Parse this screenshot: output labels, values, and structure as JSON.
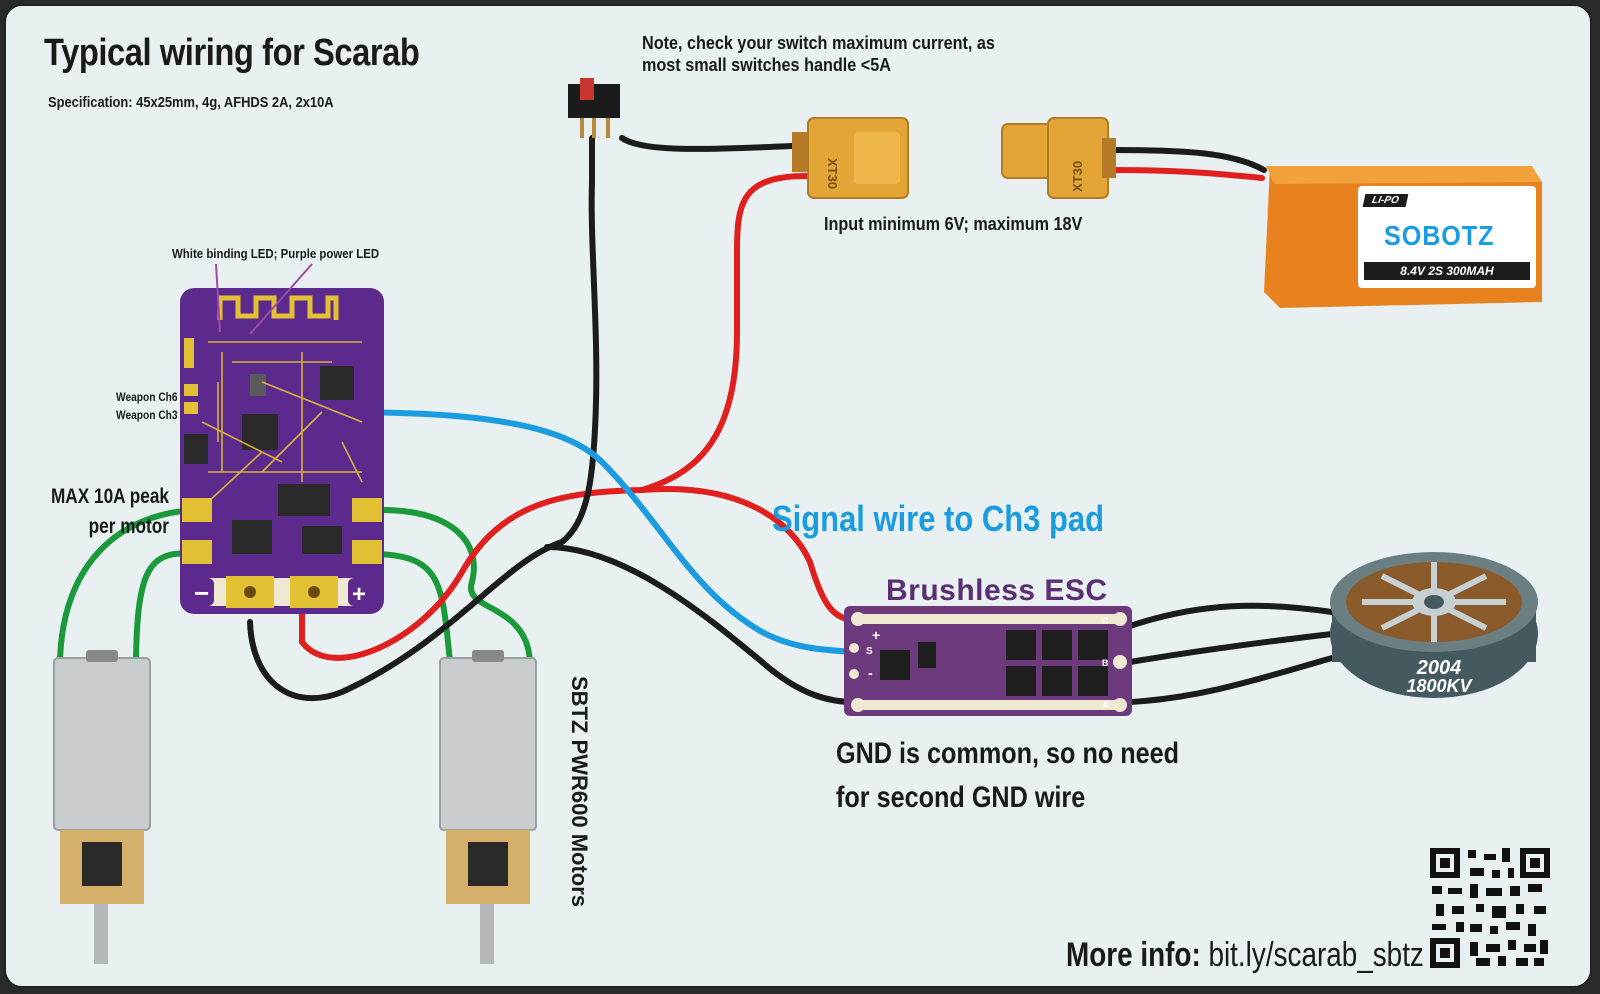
{
  "header": {
    "title": "Typical wiring for Scarab",
    "spec": "Specification: 45x25mm, 4g, AFHDS 2A, 2x10A"
  },
  "notes": {
    "switch": "Note, check your switch maximum current, as most small switches handle <5A",
    "input": "Input minimum 6V; maximum 18V",
    "led": "White binding LED; Purple power LED",
    "weapon_ch6": "Weapon Ch6",
    "weapon_ch3": "Weapon Ch3",
    "max_peak": "MAX 10A peak per motor",
    "signal": "Signal wire to Ch3 pad",
    "gnd": "GND is common, so no need for second GND wire",
    "motors": "SBTZ PWR600 Motors"
  },
  "components": {
    "esc": "Brushless ESC",
    "connector_left": "XT30",
    "connector_right": "XT30",
    "lipo_type": "LI-PO",
    "lipo_brand": "SOBOTZ",
    "lipo_spec": "8.4V 2S 300MAH",
    "motor_model": "2004",
    "motor_kv": "1800KV",
    "esc_pads_left": [
      "+",
      "S",
      "-"
    ],
    "esc_pads_right": [
      "C",
      "B",
      "A"
    ],
    "board_minus": "−",
    "board_plus": "+"
  },
  "footer": {
    "more_info_label": "More info:",
    "more_info_link": "bit.ly/scarab_sbtz"
  },
  "colors": {
    "background": "#e8f0f1",
    "wire_red": "#e0201f",
    "wire_black": "#1c1c1c",
    "wire_blue": "#1b9ce0",
    "wire_green": "#1a9a3a",
    "board_purple": "#5c2a8c",
    "esc_purple": "#6d3a7d",
    "battery_orange": "#e8821e",
    "xt30_yellow": "#e3a636",
    "signal_text": "#1b9ce0"
  }
}
